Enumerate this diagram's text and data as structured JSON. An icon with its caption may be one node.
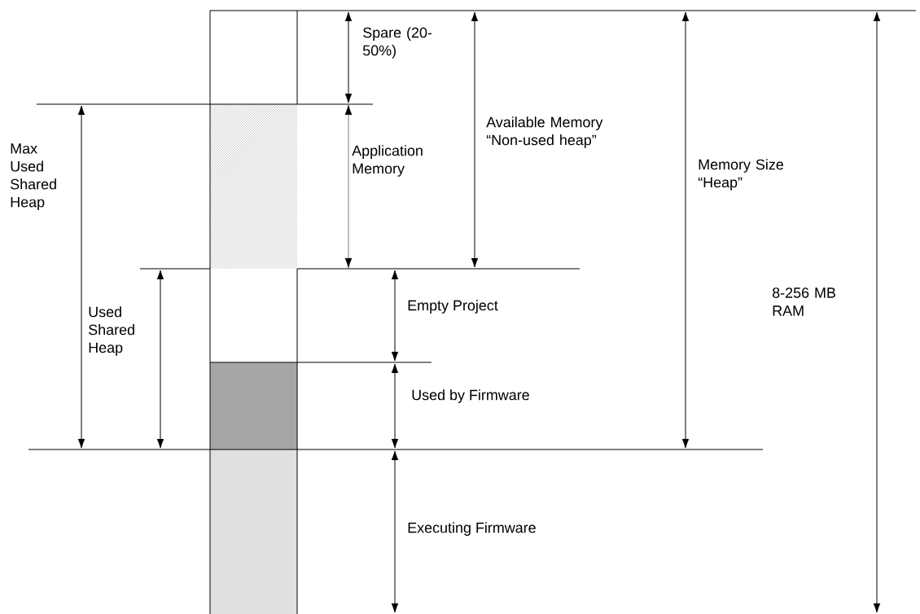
{
  "diagram": {
    "labels": [
      "Spare (20-50%)",
      "Available Memory “Non-used heap”",
      "Max Used Shared Heap",
      "Application Memory",
      "Memory Size “Heap”",
      "8-256 MB RAM",
      "Empty Project",
      "Used Shared Heap",
      "Used by Firmware",
      "Executing Firmware"
    ]
  }
}
